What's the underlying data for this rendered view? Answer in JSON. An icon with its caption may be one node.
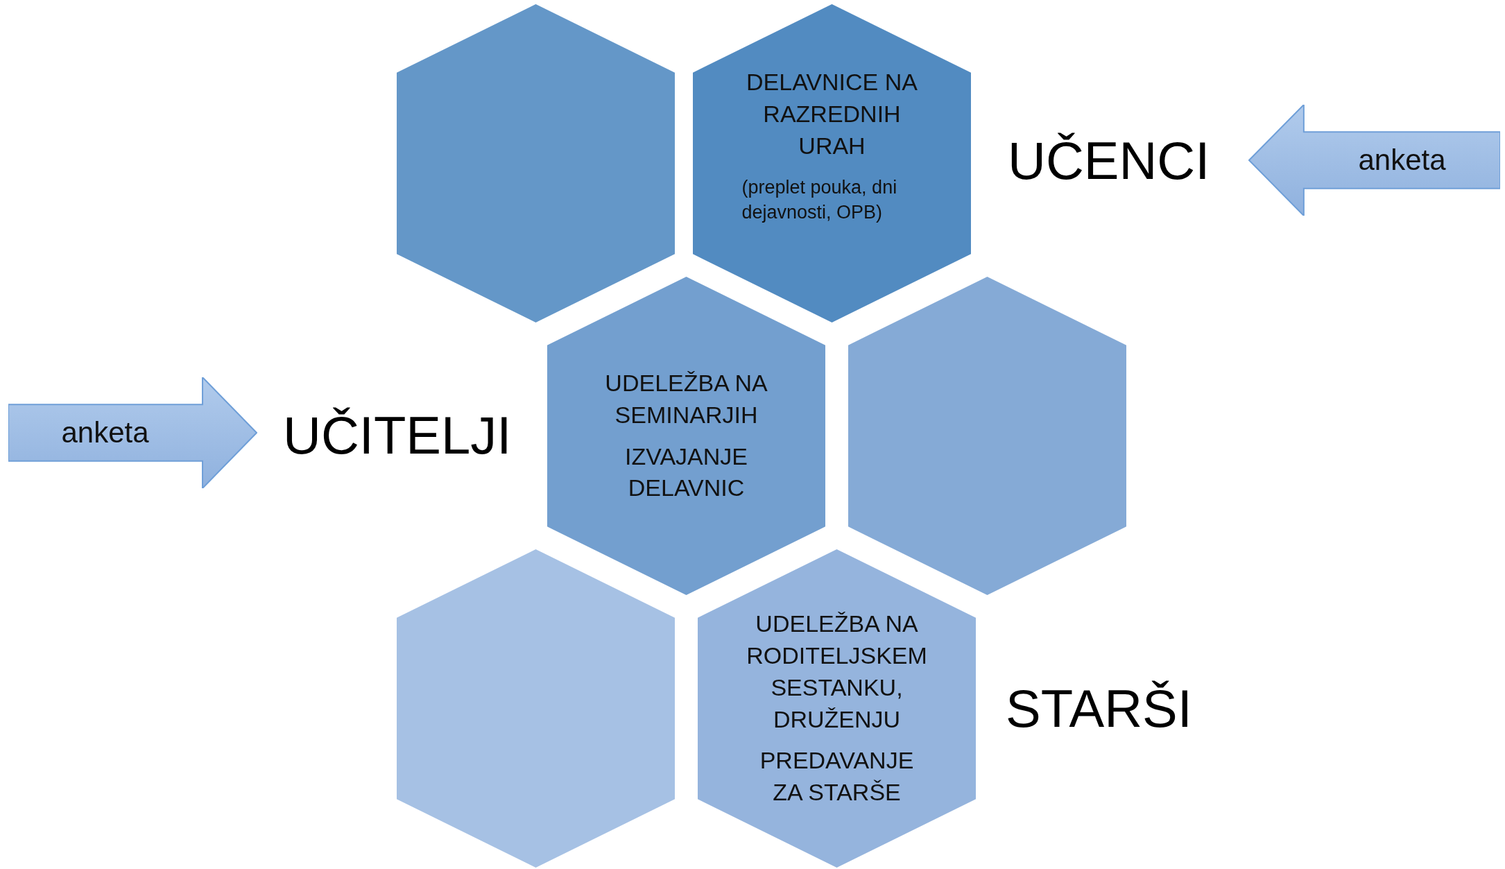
{
  "diagram": {
    "nodes": [
      {
        "text": [],
        "shape": "hexagon"
      },
      {
        "text": [
          "DELAVNICE NA RAZREDNIH URAH",
          "(preplet pouka, dni dejavnosti, OPB)"
        ]
      },
      {
        "text": [
          "anketa"
        ]
      },
      {
        "text": [
          "anketa"
        ]
      },
      {
        "text": [
          "UDELEŽBA NA SEMINARJIH",
          "IZVAJANJE DELAVNIC"
        ]
      },
      {
        "text": [],
        "shape": "hexagon"
      },
      {
        "text": [],
        "shape": "hexagon"
      },
      {
        "text": [
          "UDELEŽBA NA RODITELJSKEM SESTANKU, DRUŽENJU",
          "PREDAVANJE ZA STARŠE"
        ]
      }
    ],
    "edges": [],
    "labels": [
      "UČENCI",
      "UČITELJI",
      "STARŠI"
    ]
  }
}
